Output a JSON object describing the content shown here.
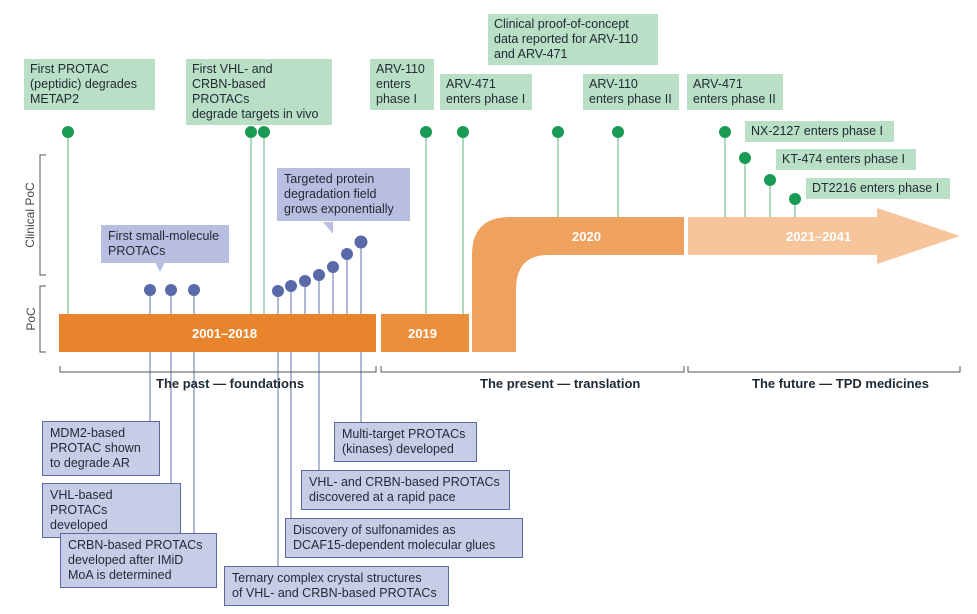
{
  "axis": {
    "clinical_poc": "Clinical PoC",
    "poc": "PoC"
  },
  "periods": {
    "p2001": "2001–2018",
    "p2019": "2019",
    "p2020": "2020",
    "p2021": "2021–2041"
  },
  "sections": {
    "past": "The past — foundations",
    "present": "The present — translation",
    "future": "The future — TPD medicines"
  },
  "green": {
    "first_protac": "First PROTAC\n(peptidic) degrades\nMETAP2",
    "first_vhl_crbn": "First VHL- and\nCRBN-based PROTACs\ndegrade targets in vivo",
    "arv110_p1": "ARV-110\nenters\nphase I",
    "arv471_p1": "ARV-471\nenters phase I",
    "clinical_poc": "Clinical proof-of-concept\ndata reported for ARV-110\nand ARV-471",
    "arv110_p2": "ARV-110\nenters phase II",
    "arv471_p2": "ARV-471\nenters phase II",
    "nx2127": "NX-2127 enters phase I",
    "kt474": "KT-474 enters phase I",
    "dt2216": "DT2216 enters phase I"
  },
  "blue_top": {
    "first_small": "First small-molecule\nPROTACs",
    "tpd_grows": "Targeted protein\ndegradation field\ngrows exponentially"
  },
  "blue_bottom": {
    "mdm2": "MDM2-based\nPROTAC shown\nto degrade AR",
    "vhl_dev": "VHL-based PROTACs\ndeveloped",
    "crbn_dev": "CRBN-based PROTACs\ndeveloped after IMiD\nMoA is determined",
    "ternary": "Ternary complex crystal structures\nof VHL- and CRBN-based PROTACs",
    "sulfonamides": "Discovery of sulfonamides as\nDCAF15-dependent molecular glues",
    "rapid_pace": "VHL- and CRBN-based PROTACs\ndiscovered at a rapid pace",
    "multi_target": "Multi-target PROTACs\n(kinases) developed"
  },
  "colors": {
    "orange_dark": "#e8852c",
    "orange_mid": "#ef9f5a",
    "orange_light": "#f6c59b",
    "green_dot": "#1a9b54",
    "green_box": "#b9dfc6",
    "blue_dot": "#5a6aa8",
    "blue_box": "#c7cde6"
  }
}
